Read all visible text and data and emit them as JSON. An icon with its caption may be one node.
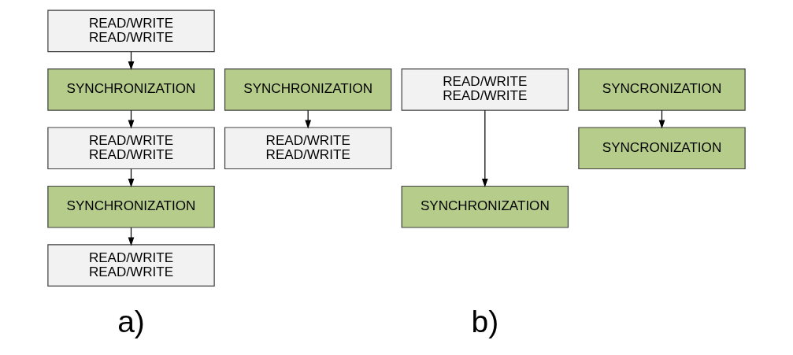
{
  "diagram": {
    "nodes": [
      {
        "text": [
          "READ/WRITE",
          "READ/WRITE"
        ]
      },
      {
        "text": [
          "SYNCHRONIZATION"
        ]
      },
      {
        "text": [
          "READ/WRITE",
          "READ/WRITE"
        ]
      },
      {
        "text": [
          "SYNCHRONIZATION"
        ]
      },
      {
        "text": [
          "READ/WRITE",
          "READ/WRITE"
        ]
      },
      {
        "text": [
          "SYNCHRONIZATION"
        ]
      },
      {
        "text": [
          "READ/WRITE",
          "READ/WRITE"
        ]
      },
      {
        "text": [
          "READ/WRITE",
          "READ/WRITE"
        ]
      },
      {
        "text": [
          "SYNCHRONIZATION"
        ]
      },
      {
        "text": [
          "SYNCRONIZATION"
        ]
      },
      {
        "text": [
          "SYNCRONIZATION"
        ]
      }
    ],
    "edges": [
      {
        "from": 0,
        "to": 1,
        "arrow": "to"
      },
      {
        "from": 1,
        "to": 2,
        "arrow": "to"
      },
      {
        "from": 2,
        "to": 3,
        "arrow": "to"
      },
      {
        "from": 3,
        "to": 4,
        "arrow": "to"
      },
      {
        "from": 5,
        "to": 6,
        "arrow": "to"
      },
      {
        "from": 7,
        "to": 8,
        "arrow": "to"
      },
      {
        "from": 9,
        "to": 10,
        "arrow": "to"
      }
    ],
    "labels": [
      "a)",
      "b)"
    ]
  }
}
